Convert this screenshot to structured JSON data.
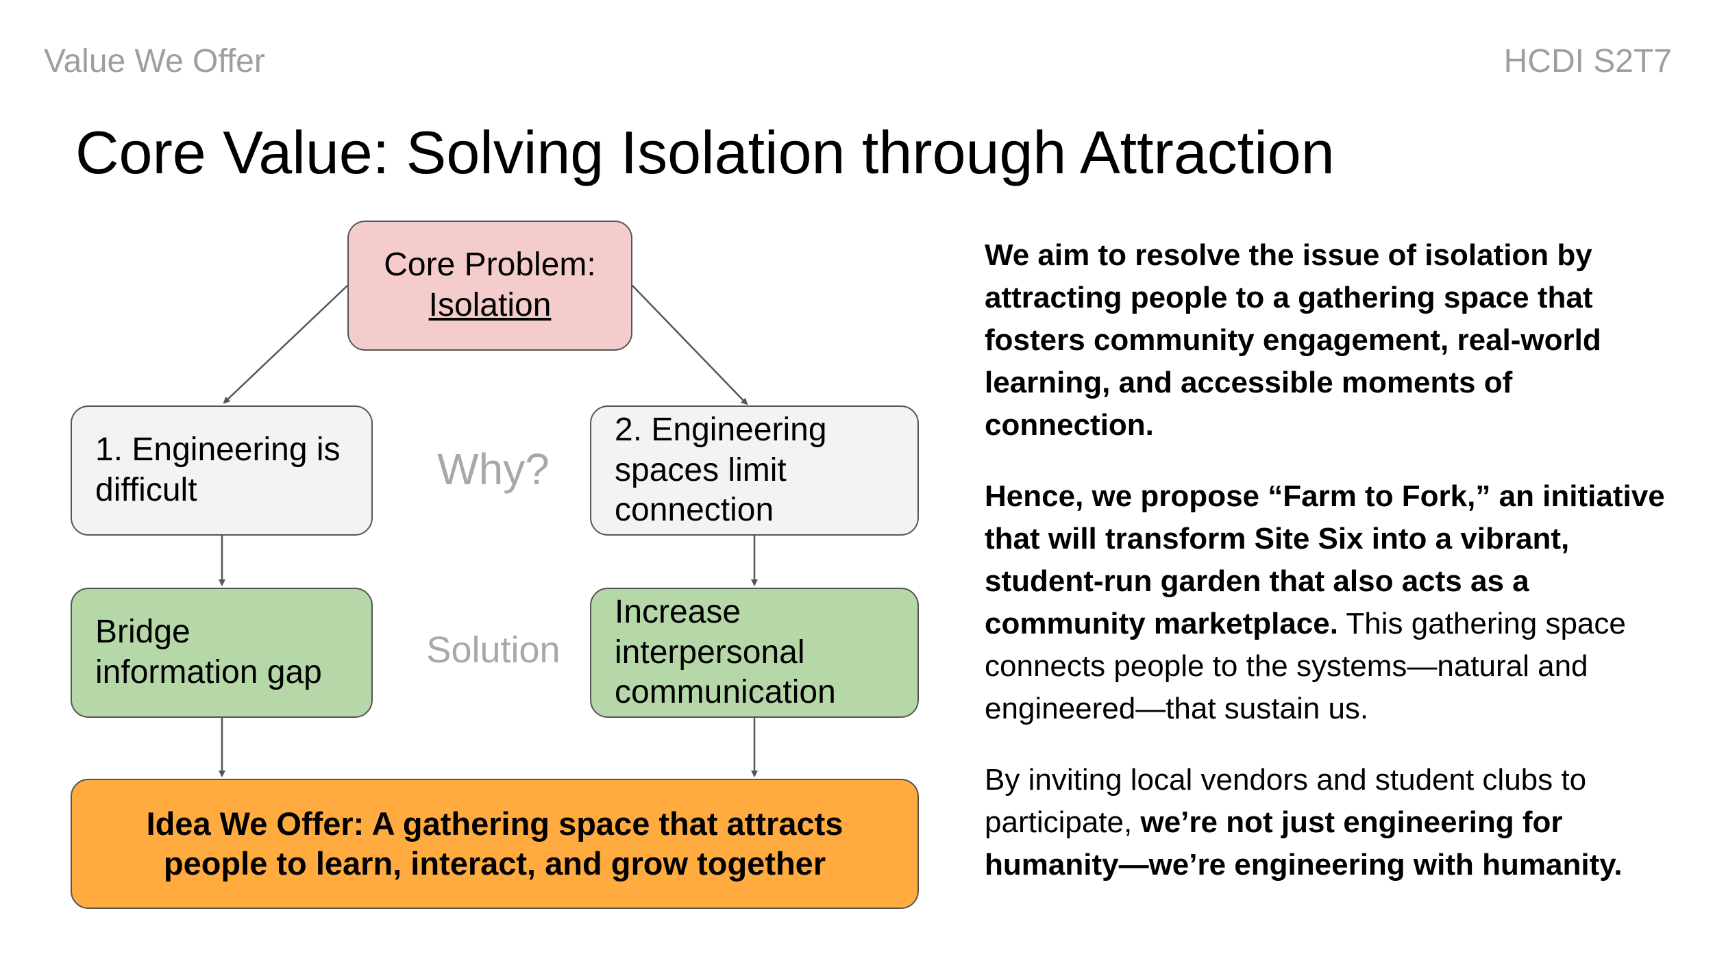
{
  "header": {
    "section": "Value We Offer",
    "course": "HCDI S2T7"
  },
  "title": "Core Value: Solving Isolation through Attraction",
  "diagram": {
    "problem": {
      "line1": "Core Problem:",
      "line2": "Isolation",
      "color": "#f4cccc"
    },
    "why_label": "Why?",
    "solution_label": "Solution",
    "why_1": "1. Engineering is difficult",
    "why_2": "2. Engineering spaces limit connection",
    "solution_1": "Bridge information gap",
    "solution_2": "Increase interpersonal communication",
    "idea": "Idea We Offer: A gathering space that attracts people to learn, interact, and grow together",
    "colors": {
      "why": "#f3f3f3",
      "solution": "#b6d7a8",
      "idea": "#ffab40"
    }
  },
  "paragraphs": {
    "p1": "We aim to resolve the issue of isolation by attracting people to a gathering space that fosters community engagement, real-world learning, and accessible moments of connection.",
    "p2_bold": "Hence, we propose “Farm to Fork,” an initiative that will transform Site Six into a vibrant, student-run garden that also acts as a community marketplace.",
    "p2_regular": " This gathering space connects people to the systems—natural and engineered—that sustain us.",
    "p3_regular": "By inviting local vendors and student clubs to participate, ",
    "p3_bold": "we’re not just engineering for humanity—we’re engineering with humanity."
  }
}
